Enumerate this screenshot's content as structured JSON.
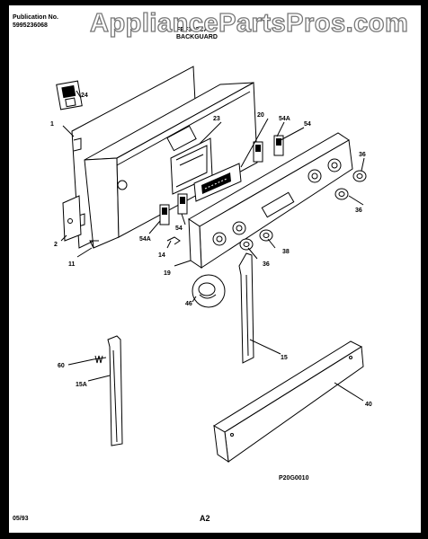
{
  "header": {
    "publication_label": "Publication No.",
    "publication_number": "5995236068",
    "model": "FEF3??CA",
    "section": "BACKGUARD"
  },
  "watermark": "AppliancePartsPros.com",
  "drawing_code": "P20G0010",
  "footer": {
    "date": "05/93",
    "page": "A2"
  },
  "callouts": [
    "24",
    "1",
    "23",
    "20",
    "54A",
    "54",
    "36",
    "36",
    "54",
    "54A",
    "14",
    "19",
    "36",
    "38",
    "46",
    "2",
    "11",
    "60",
    "15A",
    "15",
    "40"
  ]
}
